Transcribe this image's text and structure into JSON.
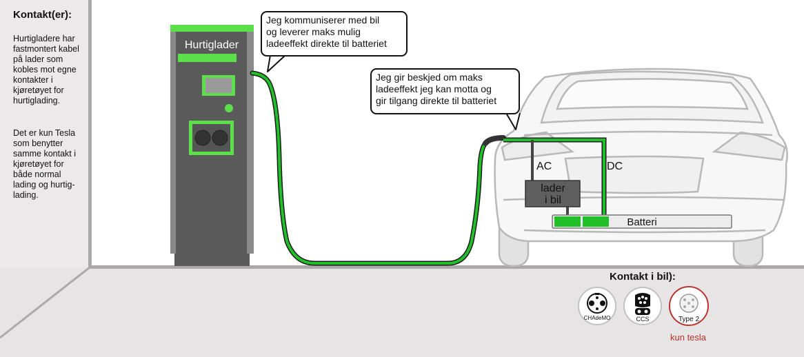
{
  "sidebar": {
    "title": "Kontakt(er):",
    "paragraph1": "Hurtigladere har\nfastmontert kabel\npå lader som\nkobles mot egne\nkontakter i\nkjøretøyet for\nhurtiglading.",
    "paragraph2": "Det er kun Tesla\nsom benytter\nsamme kontakt i\nkjøretøyet for\nbåde normal\nlading og hurtig-\nlading."
  },
  "charger": {
    "label": "Hurtiglader"
  },
  "bubbles": {
    "charger": "Jeg kommuniserer med bil\nog leverer maks mulig\nladeeffekt direkte til batteriet",
    "car": "Jeg gir beskjed om maks\nladeeffekt jeg kan motta og\ngir tilgang direkte til batteriet"
  },
  "car": {
    "ac_label": "AC",
    "dc_label": "DC",
    "onboard_charger_line1": "lader",
    "onboard_charger_line2": "i bil",
    "battery_label": "Batteri"
  },
  "connectors": {
    "title": "Kontakt i bil):",
    "items": [
      {
        "name": "CHAdeMO",
        "icon": "chademo-connector-icon"
      },
      {
        "name": "CCS",
        "icon": "ccs-connector-icon"
      },
      {
        "name": "Type 2",
        "icon": "type2-connector-icon"
      }
    ],
    "note": "kun tesla"
  },
  "colors": {
    "cable": "#22c028",
    "accent": "#5ce04a",
    "charger_body": "#5a5a5a",
    "note_red": "#c0302a"
  }
}
